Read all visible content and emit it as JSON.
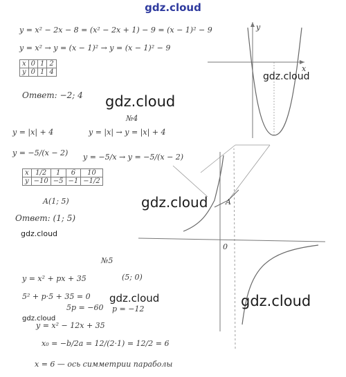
{
  "header": {
    "site": "gdz.cloud"
  },
  "watermarks": [
    "gdz.cloud",
    "gdz.cloud",
    "gdz.cloud",
    "gdz.cloud",
    "gdz.cloud",
    "gdz.cloud",
    "gdz.cloud"
  ],
  "problem3": {
    "line1": "y = x² − 2x − 8 = (x² − 2x + 1) − 9 = (x − 1)² − 9",
    "line2": "y = x² → y = (x − 1)² → y = (x − 1)² − 9",
    "table": {
      "x": [
        "x",
        "0",
        "1",
        "2"
      ],
      "y": [
        "y",
        "0",
        "1",
        "4"
      ]
    },
    "answer": "Ответ: −2; 4"
  },
  "graph1": {
    "x_label": "x",
    "y_label": "y"
  },
  "problem4": {
    "number": "№4",
    "sys1": "y = |x| + 4",
    "sys2": "y = −5/(x − 2)",
    "chain1": "y = |x| → y = |x| + 4",
    "chain2": "y = −5/x → y = −5/(x − 2)",
    "table": {
      "x": [
        "x",
        "1/2",
        "1",
        "6",
        "10"
      ],
      "y": [
        "y",
        "−10",
        "−5",
        "−1",
        "−1/2"
      ]
    },
    "point": "A(1; 5)",
    "answer": "Ответ: (1; 5)"
  },
  "graph2": {
    "label_a": "A",
    "label_o": "0"
  },
  "problem5": {
    "number": "№5",
    "eq1": "y = x² + px + 35",
    "point": "(5; 0)",
    "eq2": "5² + p·5 + 35 = 0",
    "eq3": "5p = −60",
    "eq4": "p = −12",
    "eq5": "y = x² − 12x + 35",
    "eq6": "x₀ = −b/2a = 12/(2·1) = 12/2 = 6",
    "eq7": "x = 6 — ось симметрии параболы"
  }
}
